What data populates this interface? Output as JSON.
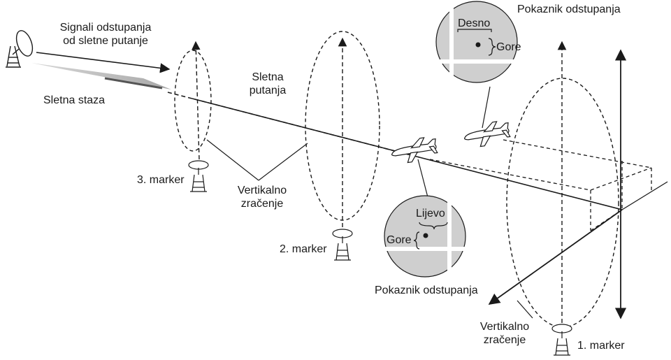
{
  "labels": {
    "signals_line1": "Signali odstupanja",
    "signals_line2": "od sletne putanje",
    "runway": "Sletna staza",
    "glide_path_line1": "Sletna",
    "glide_path_line2": "putanja",
    "marker3": "3. marker",
    "marker2": "2. marker",
    "marker1": "1. marker",
    "vertical_radiation_mid_line1": "Vertikalno",
    "vertical_radiation_mid_line2": "zračenje",
    "vertical_radiation_bottom_line1": "Vertikalno",
    "vertical_radiation_bottom_line2": "zračenje",
    "indicator_top_title": "Pokaznik odstupanja",
    "indicator_top_desno": "Desno",
    "indicator_top_gore": "Gore",
    "indicator_bottom_title": "Pokaznik odstupanja",
    "indicator_bottom_lijevo": "Lijevo",
    "indicator_bottom_gore": "Gore"
  },
  "colors": {
    "ink": "#1a1a1a",
    "indicator_fill": "#cfcfcf",
    "runway_fill": "#bdbdbd"
  }
}
